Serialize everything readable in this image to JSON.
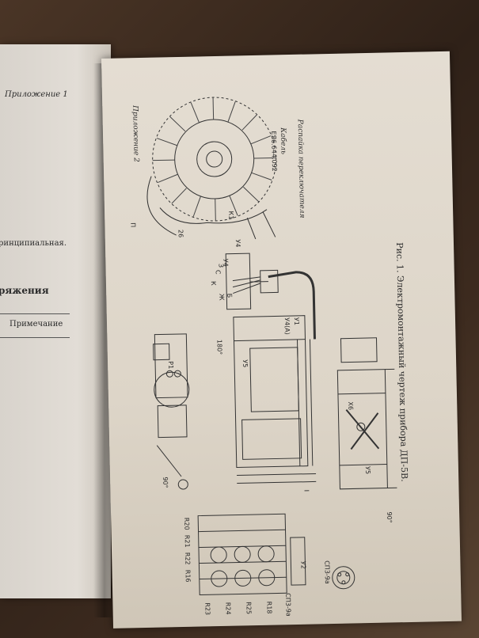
{
  "left_page": {
    "header": "Приложение 1",
    "principal": "ринципиальная.",
    "voltage": "ряжения",
    "note": "Примечание"
  },
  "right_page": {
    "appendix": "Приложение 2",
    "caption": "Рис. 1. Электромонтажный чертеж прибора ДП-5В.",
    "cable_label": "Кабель",
    "cable_code": "ЕЯ6.644.092",
    "pinout_label": "Распайка переключателя",
    "angle_90": "90°",
    "angle_180": "180°",
    "switch_label": "П",
    "relay_label": "Р1",
    "labels": {
      "u4": "У4",
      "u1": "У1",
      "u2": "У2",
      "u4a": "У4(А)",
      "u5": "У5",
      "k1": "К1",
      "n26": "26",
      "sp3_left": "СП3-9а",
      "sp3_right": "СП3-9а",
      "r23": "R23",
      "r24": "R24",
      "r25": "R25",
      "r18": "R18",
      "r20": "R20",
      "r21": "R21",
      "r22": "R22",
      "r16": "R16",
      "i_mark": "I",
      "zh": "Ж",
      "b": "Б",
      "k": "К",
      "x6": "Х6",
      "c": "С",
      "z": "З"
    }
  }
}
